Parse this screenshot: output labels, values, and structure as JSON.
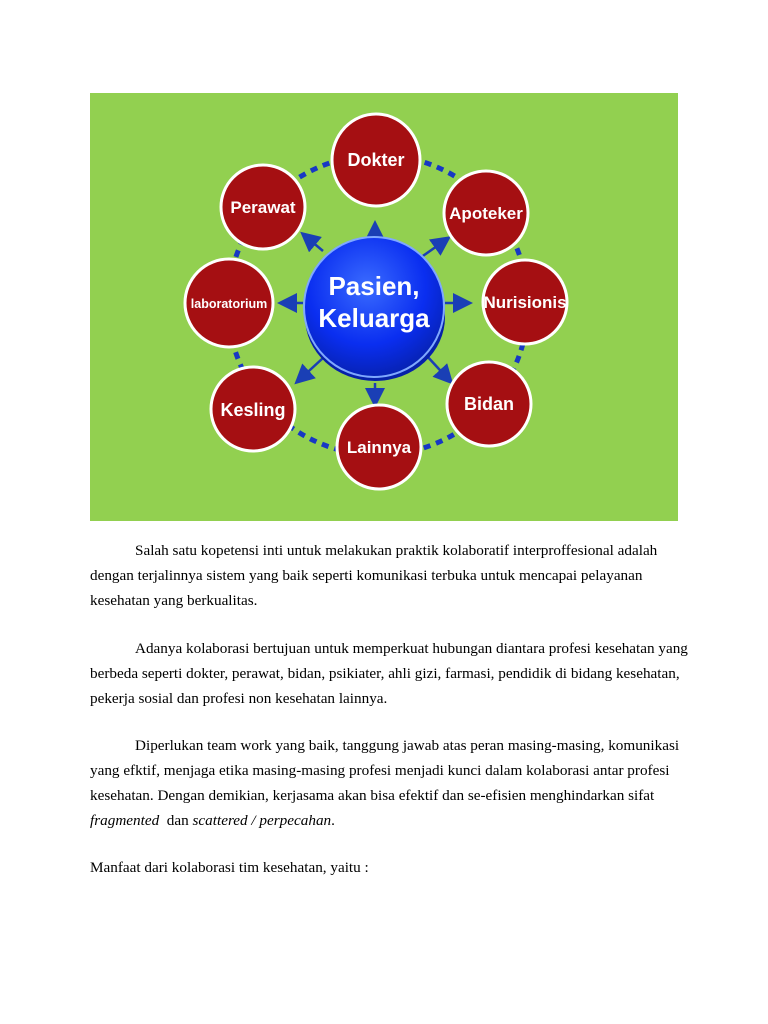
{
  "figure": {
    "center_label_line1": "Pasien,",
    "center_label_line2": "Keluarga",
    "nodes": {
      "dokter": "Dokter",
      "apoteker": "Apoteker",
      "nurisionis": "Nurisionis",
      "bidan": "Bidan",
      "lainnya": "Lainnya",
      "kesling": "Kesling",
      "laboratorium": "laboratorium",
      "perawat": "Perawat"
    },
    "colors": {
      "background": "#92d050",
      "node_fill": "#a50f12",
      "node_stroke": "#ffffff",
      "center_fill": "#0a2ef0",
      "arrow": "#1a3fb5",
      "ring_dash": "#1738c4"
    }
  },
  "paragraphs": {
    "p1": "Salah satu kopetensi inti untuk melakukan praktik kolaboratif interproffesional adalah dengan terjalinnya sistem yang baik seperti komunikasi terbuka untuk mencapai pelayanan kesehatan yang berkualitas.",
    "p2": "Adanya kolaborasi  bertujuan untuk memperkuat hubungan diantara profesi kesehatan yang berbeda  seperti dokter, perawat, bidan, psikiater, ahli gizi, farmasi, pendidik di bidang kesehatan, pekerja sosial dan profesi non kesehatan lainnya.",
    "p3_text": "Diperlukan team work yang baik, tanggung jawab atas peran masing-masing, komunikasi yang efktif, menjaga etika masing-masing profesi menjadi kunci dalam kolaborasi antar profesi kesehatan. Dengan demikian, kerjasama akan bisa efektif dan se-efisien menghindarkan sifat ",
    "p3_term1": "fragmented",
    "p3_mid": "  dan ",
    "p3_term2": "scattered / perpecahan",
    "p3_end": ".",
    "p4": "Manfaat dari kolaborasi tim kesehatan, yaitu :"
  }
}
